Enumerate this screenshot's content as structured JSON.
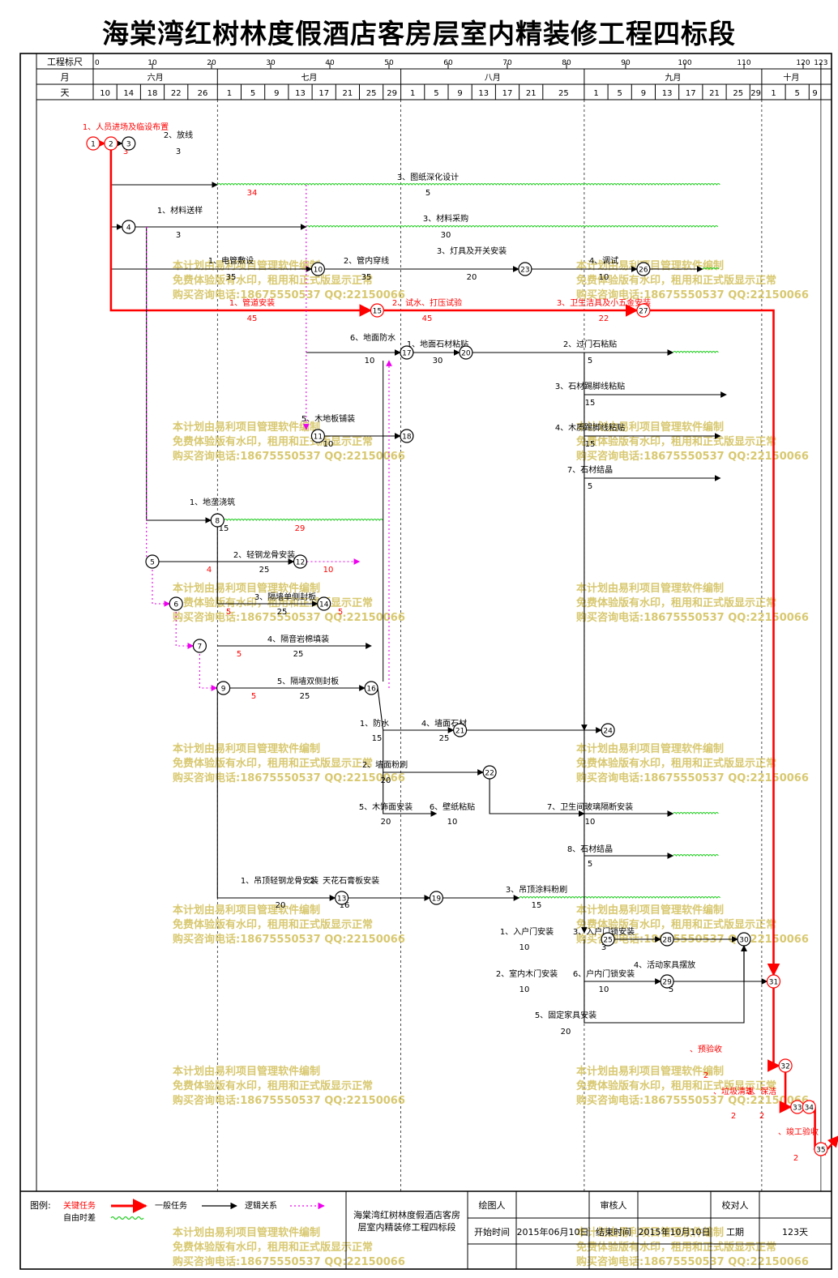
{
  "title": "海棠湾红树林度假酒店客房层室内精装修工程四标段",
  "colors": {
    "critical": "#ff0000",
    "normal": "#000000",
    "float": "#22cc22",
    "logic": "#ee00ee",
    "watermark": "#d8c870",
    "grid": "#000000"
  },
  "header": {
    "rows": [
      "工程标尺",
      "月",
      "天"
    ],
    "scale": [
      {
        "label": "0",
        "day": 0
      },
      {
        "label": "10",
        "day": 10
      },
      {
        "label": "20",
        "day": 20
      },
      {
        "label": "30",
        "day": 30
      },
      {
        "label": "40",
        "day": 40
      },
      {
        "label": "50",
        "day": 50
      },
      {
        "label": "60",
        "day": 60
      },
      {
        "label": "70",
        "day": 70
      },
      {
        "label": "80",
        "day": 80
      },
      {
        "label": "90",
        "day": 90
      },
      {
        "label": "100",
        "day": 100
      },
      {
        "label": "110",
        "day": 110
      },
      {
        "label": "120",
        "day": 120
      },
      {
        "label": "123",
        "day": 123
      }
    ],
    "months": [
      {
        "label": "六月",
        "start": 0,
        "end": 21
      },
      {
        "label": "七月",
        "start": 21,
        "end": 52
      },
      {
        "label": "八月",
        "start": 52,
        "end": 83
      },
      {
        "label": "九月",
        "start": 83,
        "end": 113
      },
      {
        "label": "十月",
        "start": 113,
        "end": 123
      }
    ],
    "days": [
      {
        "label": "10",
        "start": 0,
        "end": 4
      },
      {
        "label": "14",
        "start": 4,
        "end": 8
      },
      {
        "label": "18",
        "start": 8,
        "end": 12
      },
      {
        "label": "22",
        "start": 12,
        "end": 16
      },
      {
        "label": "26",
        "start": 16,
        "end": 21
      },
      {
        "label": "1",
        "start": 21,
        "end": 25
      },
      {
        "label": "5",
        "start": 25,
        "end": 29
      },
      {
        "label": "9",
        "start": 29,
        "end": 33
      },
      {
        "label": "13",
        "start": 33,
        "end": 37
      },
      {
        "label": "17",
        "start": 37,
        "end": 41
      },
      {
        "label": "21",
        "start": 41,
        "end": 45
      },
      {
        "label": "25",
        "start": 45,
        "end": 49
      },
      {
        "label": "29",
        "start": 49,
        "end": 52
      },
      {
        "label": "1",
        "start": 52,
        "end": 56
      },
      {
        "label": "5",
        "start": 56,
        "end": 60
      },
      {
        "label": "9",
        "start": 60,
        "end": 64
      },
      {
        "label": "13",
        "start": 64,
        "end": 68
      },
      {
        "label": "17",
        "start": 68,
        "end": 72
      },
      {
        "label": "21",
        "start": 72,
        "end": 76
      },
      {
        "label": "25",
        "start": 76,
        "end": 83
      },
      {
        "label": "1",
        "start": 83,
        "end": 87
      },
      {
        "label": "5",
        "start": 87,
        "end": 91
      },
      {
        "label": "9",
        "start": 91,
        "end": 95
      },
      {
        "label": "13",
        "start": 95,
        "end": 99
      },
      {
        "label": "17",
        "start": 99,
        "end": 103
      },
      {
        "label": "21",
        "start": 103,
        "end": 107
      },
      {
        "label": "25",
        "start": 107,
        "end": 111
      },
      {
        "label": "29",
        "start": 111,
        "end": 113
      },
      {
        "label": "1",
        "start": 113,
        "end": 117
      },
      {
        "label": "5",
        "start": 117,
        "end": 121
      },
      {
        "label": "9",
        "start": 121,
        "end": 123
      }
    ]
  },
  "nodes": [
    {
      "id": "1",
      "day": 0,
      "row": 0
    },
    {
      "id": "2",
      "day": 3,
      "row": 0
    },
    {
      "id": "3",
      "day": 6,
      "row": 0
    },
    {
      "id": "4",
      "day": 6,
      "row": 2
    },
    {
      "id": "10",
      "day": 38,
      "row": 3
    },
    {
      "id": "23",
      "day": 73,
      "row": 3
    },
    {
      "id": "26",
      "day": 93,
      "row": 3
    },
    {
      "id": "15",
      "day": 48,
      "row": 4
    },
    {
      "id": "27",
      "day": 93,
      "row": 4
    },
    {
      "id": "17",
      "day": 53,
      "row": 5
    },
    {
      "id": "20",
      "day": 63,
      "row": 5
    },
    {
      "id": "11",
      "day": 38,
      "row": 7
    },
    {
      "id": "18",
      "day": 53,
      "row": 7
    },
    {
      "id": "8",
      "day": 21,
      "row": 9
    },
    {
      "id": "5",
      "day": 10,
      "row": 10
    },
    {
      "id": "12",
      "day": 35,
      "row": 10
    },
    {
      "id": "6",
      "day": 14,
      "row": 11
    },
    {
      "id": "14",
      "day": 39,
      "row": 11
    },
    {
      "id": "7",
      "day": 18,
      "row": 12
    },
    {
      "id": "9",
      "day": 22,
      "row": 13
    },
    {
      "id": "16",
      "day": 47,
      "row": 13
    },
    {
      "id": "21",
      "day": 62,
      "row": 14
    },
    {
      "id": "24",
      "day": 87,
      "row": 14
    },
    {
      "id": "22",
      "day": 67,
      "row": 15
    },
    {
      "id": "13",
      "day": 42,
      "row": 18
    },
    {
      "id": "19",
      "day": 58,
      "row": 18
    },
    {
      "id": "25",
      "day": 87,
      "row": 19
    },
    {
      "id": "28",
      "day": 97,
      "row": 19
    },
    {
      "id": "30",
      "day": 110,
      "row": 19
    },
    {
      "id": "29",
      "day": 97,
      "row": 20
    },
    {
      "id": "31",
      "day": 115,
      "row": 20
    },
    {
      "id": "32",
      "day": 117,
      "row": 22
    },
    {
      "id": "33",
      "day": 119,
      "row": 23
    },
    {
      "id": "34",
      "day": 121,
      "row": 23
    },
    {
      "id": "35",
      "day": 123,
      "row": 24
    }
  ],
  "activities": [
    {
      "label": "1、人员进场及临设布置",
      "dur": "3",
      "type": "critical"
    },
    {
      "label": "2、放线",
      "dur": "3",
      "type": "normal"
    },
    {
      "label": "3、图纸深化设计",
      "dur": "5",
      "type": "normal"
    },
    {
      "label": "1、材料送样",
      "dur": "3",
      "type": "normal"
    },
    {
      "label": "3、材料采购",
      "dur": "30",
      "type": "normal"
    },
    {
      "label": "1、电管敷设",
      "dur": "35",
      "type": "normal"
    },
    {
      "label": "2、管内穿线",
      "dur": "35",
      "type": "normal"
    },
    {
      "label": "3、灯具及开关安装",
      "dur": "20",
      "type": "normal"
    },
    {
      "label": "4、调试",
      "dur": "10",
      "type": "normal"
    },
    {
      "label": "1、管道安装",
      "dur": "45",
      "type": "critical"
    },
    {
      "label": "2、试水、打压试验",
      "dur": "45",
      "type": "critical"
    },
    {
      "label": "3、卫生洁具及小五金安装",
      "dur": "22",
      "type": "critical"
    },
    {
      "label": "6、地面防水",
      "dur": "10",
      "type": "normal"
    },
    {
      "label": "1、地面石材粘贴",
      "dur": "30",
      "type": "normal"
    },
    {
      "label": "2、过门石粘贴",
      "dur": "5",
      "type": "normal"
    },
    {
      "label": "3、石材踢脚线粘贴",
      "dur": "15",
      "type": "normal"
    },
    {
      "label": "4、木质踢脚线粘贴",
      "dur": "15",
      "type": "normal"
    },
    {
      "label": "7、石材结晶",
      "dur": "5",
      "type": "normal"
    },
    {
      "label": "5、木地板铺装",
      "dur": "10",
      "type": "normal"
    },
    {
      "label": "1、地垄浇筑",
      "dur": "15",
      "type": "normal"
    },
    {
      "label": "2、轻钢龙骨安装",
      "dur": "25",
      "type": "normal"
    },
    {
      "label": "3、隔墙单侧封板",
      "dur": "25",
      "type": "normal"
    },
    {
      "label": "4、隔音岩棉填装",
      "dur": "25",
      "type": "normal"
    },
    {
      "label": "5、隔墙双侧封板",
      "dur": "25",
      "type": "normal"
    },
    {
      "label": "1、防水",
      "dur": "15",
      "type": "normal"
    },
    {
      "label": "4、墙面石材",
      "dur": "25",
      "type": "normal"
    },
    {
      "label": "2、墙面粉刷",
      "dur": "20",
      "type": "normal"
    },
    {
      "label": "5、木饰面安装",
      "dur": "20",
      "type": "normal"
    },
    {
      "label": "6、壁纸粘贴",
      "dur": "10",
      "type": "normal"
    },
    {
      "label": "7、卫生间玻璃隔断安装",
      "dur": "10",
      "type": "normal"
    },
    {
      "label": "8、石材结晶",
      "dur": "5",
      "type": "normal"
    },
    {
      "label": "1、吊顶轻钢龙骨安装",
      "dur": "20",
      "type": "normal"
    },
    {
      "label": "2、天花石膏板安装",
      "dur": "16",
      "type": "normal"
    },
    {
      "label": "3、吊顶涂料粉刷",
      "dur": "15",
      "type": "normal"
    },
    {
      "label": "1、入户门安装",
      "dur": "10",
      "type": "normal"
    },
    {
      "label": "3、入户门锁安装",
      "dur": "3",
      "type": "normal"
    },
    {
      "label": "2、室内木门安装",
      "dur": "10",
      "type": "normal"
    },
    {
      "label": "6、户内门锁安装",
      "dur": "10",
      "type": "normal"
    },
    {
      "label": "5、固定家具安装",
      "dur": "20",
      "type": "normal"
    },
    {
      "label": "4、活动家具摆放",
      "dur": "5",
      "type": "normal"
    },
    {
      "label": "、预验收",
      "dur": "2",
      "type": "critical"
    },
    {
      "label": "、垃圾清理",
      "dur": "2",
      "type": "critical"
    },
    {
      "label": "2、保洁",
      "dur": "2",
      "type": "critical"
    },
    {
      "label": "、竣工验收",
      "dur": "2",
      "type": "critical"
    }
  ],
  "float_labels": [
    "34",
    "29",
    "10",
    "4",
    "5",
    "5",
    "5",
    "5"
  ],
  "watermark": [
    "本计划由易利项目管理软件编制",
    "免费体验版有水印，租用和正式版显示正常",
    "购买咨询电话:18675550537 QQ:22150066"
  ],
  "legend": {
    "label": "图例:",
    "critical": "关键任务",
    "normal": "一般任务",
    "logic": "逻辑关系",
    "float": "自由时差"
  },
  "footer": {
    "project_name": "海棠湾红树林度假酒店客房层室内精装修工程四标段",
    "drawer_label": "绘图人",
    "reviewer_label": "审核人",
    "checker_label": "校对人",
    "start_label": "开始时间",
    "start_value": "2015年06月10日",
    "end_label": "结束时间",
    "end_value": "2015年10月10日",
    "duration_label": "工期",
    "duration_value": "123天"
  }
}
